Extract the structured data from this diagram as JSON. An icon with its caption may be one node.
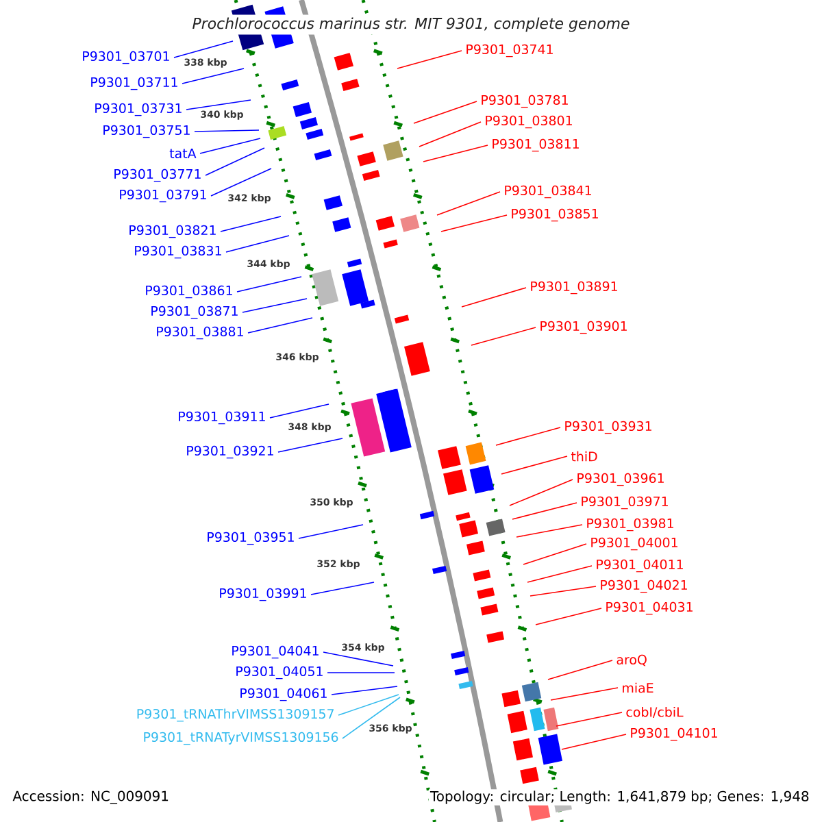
{
  "diagram": {
    "title": "Prochlorococcus marinus str. MIT 9301, complete genome",
    "nodes": [
      {
        "text": [
          "P9301_03701"
        ]
      },
      {
        "text": [
          "P9301_03711"
        ]
      },
      {
        "text": [
          "P9301_03731"
        ]
      },
      {
        "text": [
          "P9301_03751"
        ]
      },
      {
        "text": [
          "tatA"
        ]
      },
      {
        "text": [
          "P9301_03771"
        ]
      },
      {
        "text": [
          "P9301_03791"
        ]
      },
      {
        "text": [
          "P9301_03821"
        ]
      },
      {
        "text": [
          "P9301_03831"
        ]
      },
      {
        "text": [
          "P9301_03861"
        ]
      },
      {
        "text": [
          "P9301_03871"
        ]
      },
      {
        "text": [
          "P9301_03881"
        ]
      },
      {
        "text": [
          "P9301_03911"
        ]
      },
      {
        "text": [
          "P9301_03921"
        ]
      },
      {
        "text": [
          "P9301_03951"
        ]
      },
      {
        "text": [
          "P9301_03991"
        ]
      },
      {
        "text": [
          "P9301_04041"
        ]
      },
      {
        "text": [
          "P9301_04051"
        ]
      },
      {
        "text": [
          "P9301_04061"
        ]
      },
      {
        "text": [
          "P9301_tRNAThrVIMSS1309157"
        ]
      },
      {
        "text": [
          "P9301_tRNATyrVIMSS1309156"
        ]
      },
      {
        "text": [
          "P9301_03741"
        ]
      },
      {
        "text": [
          "P9301_03781"
        ]
      },
      {
        "text": [
          "P9301_03801"
        ]
      },
      {
        "text": [
          "P9301_03811"
        ]
      },
      {
        "text": [
          "P9301_03841"
        ]
      },
      {
        "text": [
          "P9301_03851"
        ]
      },
      {
        "text": [
          "P9301_03891"
        ]
      },
      {
        "text": [
          "P9301_03901"
        ]
      },
      {
        "text": [
          "P9301_03931"
        ]
      },
      {
        "text": [
          "thiD"
        ]
      },
      {
        "text": [
          "P9301_03961"
        ]
      },
      {
        "text": [
          "P9301_03971"
        ]
      },
      {
        "text": [
          "P9301_03981"
        ]
      },
      {
        "text": [
          "P9301_04001"
        ]
      },
      {
        "text": [
          "P9301_04011"
        ]
      },
      {
        "text": [
          "P9301_04021"
        ]
      },
      {
        "text": [
          "P9301_04031"
        ]
      },
      {
        "text": [
          "aroQ"
        ]
      },
      {
        "text": [
          "miaE"
        ]
      },
      {
        "text": [
          "cobI/cbiL"
        ]
      },
      {
        "text": [
          "P9301_04101"
        ]
      }
    ],
    "edges": [
      {
        "from": 0,
        "to": null,
        "arrow": "none",
        "color": "#0000ff"
      },
      {
        "from": 1,
        "to": null,
        "arrow": "none",
        "color": "#0000ff"
      },
      {
        "from": 2,
        "to": null,
        "arrow": "none",
        "color": "#0000ff"
      },
      {
        "from": 3,
        "to": null,
        "arrow": "none",
        "color": "#0000ff"
      },
      {
        "from": 4,
        "to": null,
        "arrow": "none",
        "color": "#0000ff"
      },
      {
        "from": 5,
        "to": null,
        "arrow": "none",
        "color": "#0000ff"
      },
      {
        "from": 6,
        "to": null,
        "arrow": "none",
        "color": "#0000ff"
      },
      {
        "from": 7,
        "to": null,
        "arrow": "none",
        "color": "#0000ff"
      },
      {
        "from": 8,
        "to": null,
        "arrow": "none",
        "color": "#0000ff"
      },
      {
        "from": 9,
        "to": null,
        "arrow": "none",
        "color": "#0000ff"
      },
      {
        "from": 10,
        "to": null,
        "arrow": "none",
        "color": "#0000ff"
      },
      {
        "from": 11,
        "to": null,
        "arrow": "none",
        "color": "#0000ff"
      },
      {
        "from": 12,
        "to": null,
        "arrow": "none",
        "color": "#0000ff"
      },
      {
        "from": 13,
        "to": null,
        "arrow": "none",
        "color": "#0000ff"
      },
      {
        "from": 14,
        "to": null,
        "arrow": "none",
        "color": "#0000ff"
      },
      {
        "from": 15,
        "to": null,
        "arrow": "none",
        "color": "#0000ff"
      },
      {
        "from": 16,
        "to": null,
        "arrow": "none",
        "color": "#0000ff"
      },
      {
        "from": 17,
        "to": null,
        "arrow": "none",
        "color": "#0000ff"
      },
      {
        "from": 18,
        "to": null,
        "arrow": "none",
        "color": "#0000ff"
      },
      {
        "from": 19,
        "to": null,
        "arrow": "none",
        "color": "#33bbee"
      },
      {
        "from": 20,
        "to": null,
        "arrow": "none",
        "color": "#33bbee"
      },
      {
        "from": 21,
        "to": null,
        "arrow": "none",
        "color": "#ff0000"
      },
      {
        "from": 22,
        "to": null,
        "arrow": "none",
        "color": "#ff0000"
      },
      {
        "from": 23,
        "to": null,
        "arrow": "none",
        "color": "#ff0000"
      },
      {
        "from": 24,
        "to": null,
        "arrow": "none",
        "color": "#ff0000"
      },
      {
        "from": 25,
        "to": null,
        "arrow": "none",
        "color": "#ff0000"
      },
      {
        "from": 26,
        "to": null,
        "arrow": "none",
        "color": "#ff0000"
      },
      {
        "from": 27,
        "to": null,
        "arrow": "none",
        "color": "#ff0000"
      },
      {
        "from": 28,
        "to": null,
        "arrow": "none",
        "color": "#ff0000"
      },
      {
        "from": 29,
        "to": null,
        "arrow": "none",
        "color": "#ff0000"
      },
      {
        "from": 30,
        "to": null,
        "arrow": "none",
        "color": "#ff0000"
      },
      {
        "from": 31,
        "to": null,
        "arrow": "none",
        "color": "#ff0000"
      },
      {
        "from": 32,
        "to": null,
        "arrow": "none",
        "color": "#ff0000"
      },
      {
        "from": 33,
        "to": null,
        "arrow": "none",
        "color": "#ff0000"
      },
      {
        "from": 34,
        "to": null,
        "arrow": "none",
        "color": "#ff0000"
      },
      {
        "from": 35,
        "to": null,
        "arrow": "none",
        "color": "#ff0000"
      },
      {
        "from": 36,
        "to": null,
        "arrow": "none",
        "color": "#ff0000"
      },
      {
        "from": 37,
        "to": null,
        "arrow": "none",
        "color": "#ff0000"
      },
      {
        "from": 38,
        "to": null,
        "arrow": "none",
        "color": "#ff0000"
      },
      {
        "from": 39,
        "to": null,
        "arrow": "none",
        "color": "#ff0000"
      },
      {
        "from": 40,
        "to": null,
        "arrow": "none",
        "color": "#ff0000"
      },
      {
        "from": 41,
        "to": null,
        "arrow": "none",
        "color": "#ff0000"
      }
    ],
    "labels": [
      "338 kbp",
      "340 kbp",
      "342 kbp",
      "344 kbp",
      "346 kbp",
      "348 kbp",
      "350 kbp",
      "352 kbp",
      "354 kbp",
      "356 kbp",
      "Accession: NC_009091",
      "Topology: circular; Length: 1,641,879 bp; Genes: 1,948"
    ]
  }
}
